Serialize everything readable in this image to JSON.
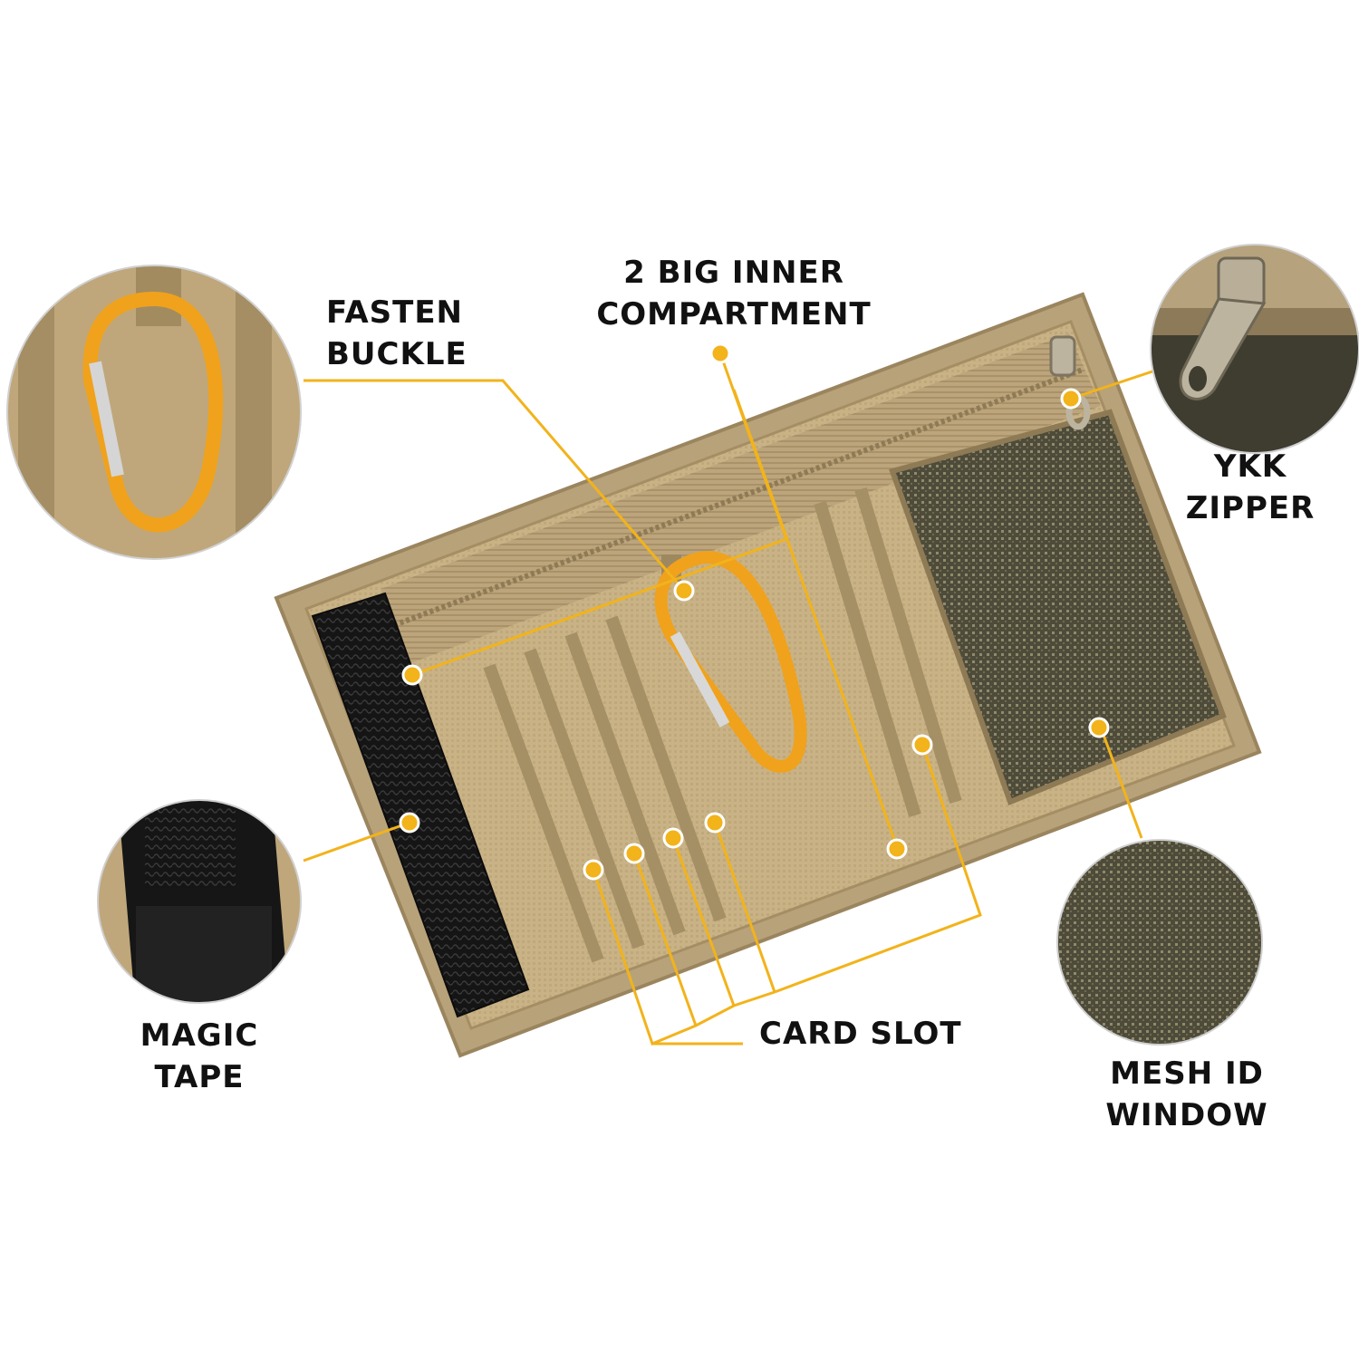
{
  "colors": {
    "accent": "#F2B31B",
    "wallet_body": "#B9A47E",
    "wallet_inner": "#C8B184",
    "velcro": "#1A1A1A",
    "mesh": "#4E4B3A",
    "carabiner": "#F0A21C"
  },
  "labels": {
    "fasten_buckle": {
      "line1": "FASTEN",
      "line2": "BUCKLE"
    },
    "inner_compartment": {
      "line1": "2 BIG INNER",
      "line2": "COMPARTMENT"
    },
    "ykk_zipper": {
      "line1": "YKK",
      "line2": "ZIPPER"
    },
    "magic_tape": {
      "line1": "MAGIC",
      "line2": "TAPE"
    },
    "card_slot": {
      "line1": "CARD SLOT"
    },
    "mesh_id_window": {
      "line1": "MESH ID",
      "line2": "WINDOW"
    }
  },
  "callouts": [
    {
      "name": "fasten-buckle-callout",
      "icon": "carabiner-closeup"
    },
    {
      "name": "ykk-zipper-callout",
      "icon": "zipper-pull-closeup"
    },
    {
      "name": "magic-tape-callout",
      "icon": "velcro-closeup"
    },
    {
      "name": "mesh-id-window-callout",
      "icon": "mesh-closeup"
    }
  ]
}
